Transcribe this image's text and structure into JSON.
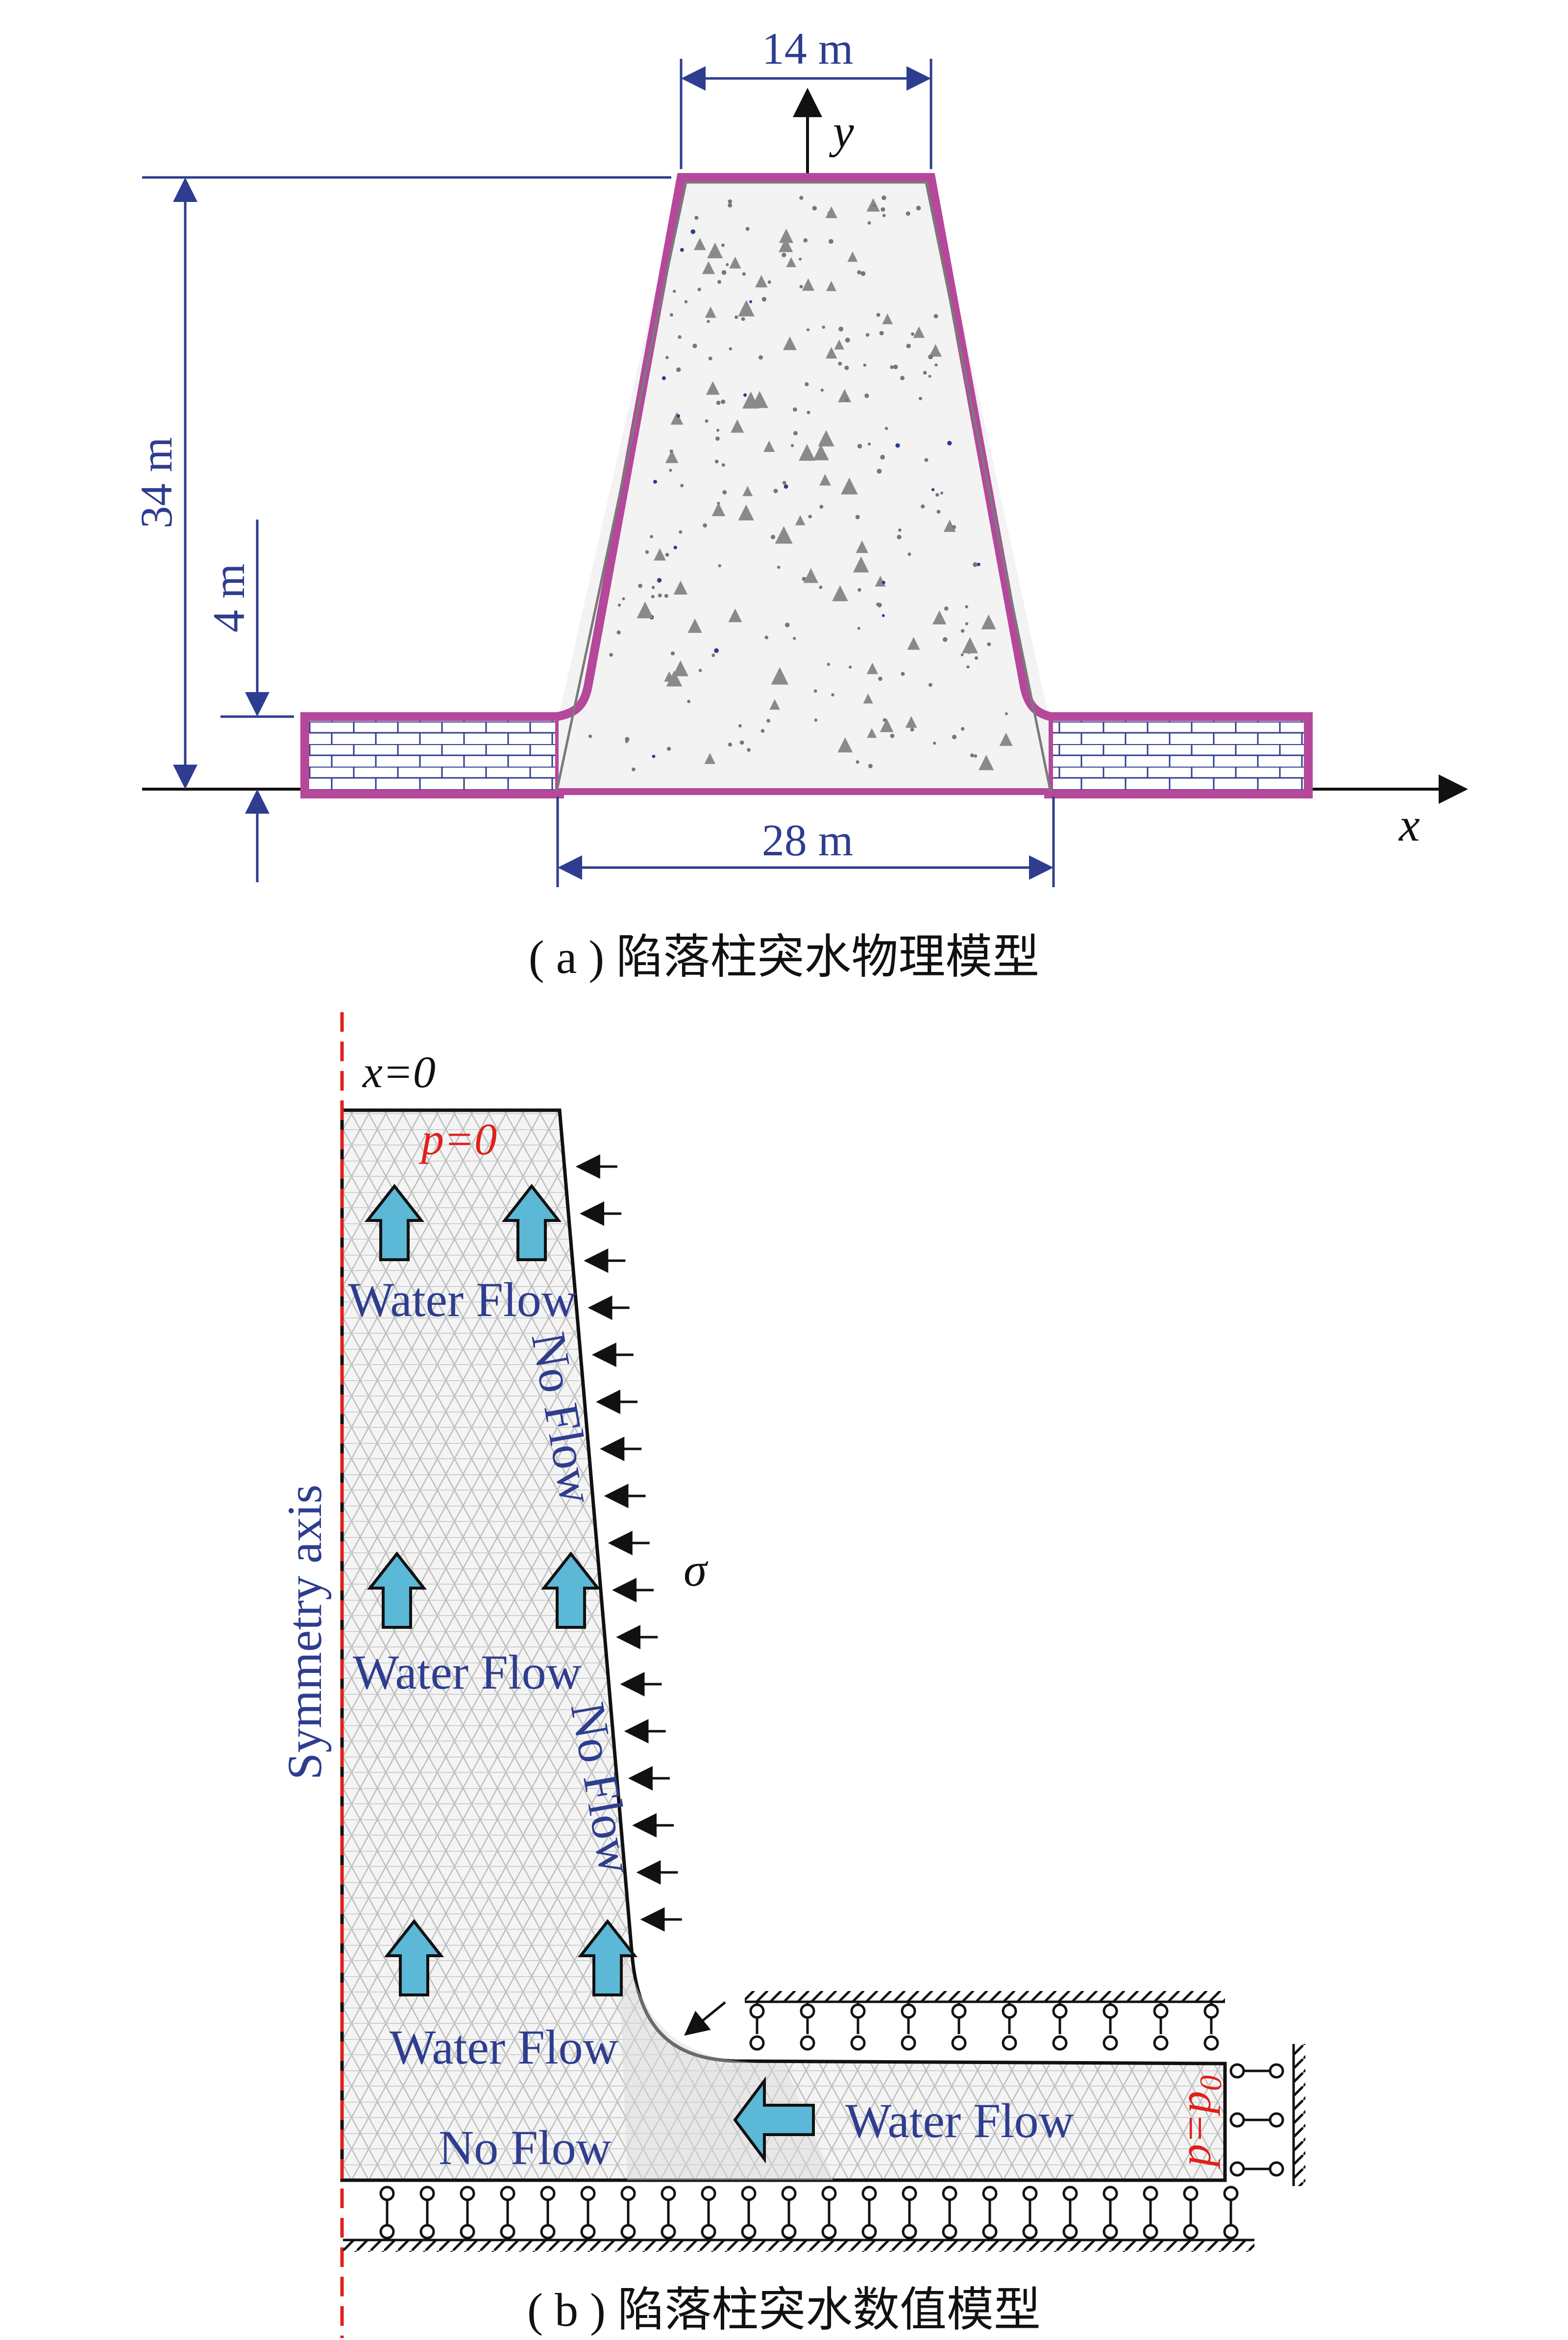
{
  "panel_a": {
    "caption": "( a ) 陷落柱突水物理模型",
    "dim_top": "14 m",
    "dim_bottom": "28 m",
    "dim_height": "34 m",
    "dim_layer": "4 m",
    "axis_x": "x",
    "axis_y": "y",
    "colors": {
      "outline": "#b5489b",
      "dimension": "#2e3d8f",
      "brick": "#2e3d8f"
    }
  },
  "panel_b": {
    "caption": "( b ) 陷落柱突水数值模型",
    "x0_label": "x=0",
    "p_top": "p=0",
    "p_right": "p=p0",
    "sigma": "σ",
    "symmetry": "Symmetry axis",
    "water_flow": "Water Flow",
    "no_flow": "No Flow",
    "colors": {
      "boundary_red": "#e0201b",
      "arrow_fill": "#5bb8d6",
      "text_blue": "#2e3d8f"
    }
  }
}
